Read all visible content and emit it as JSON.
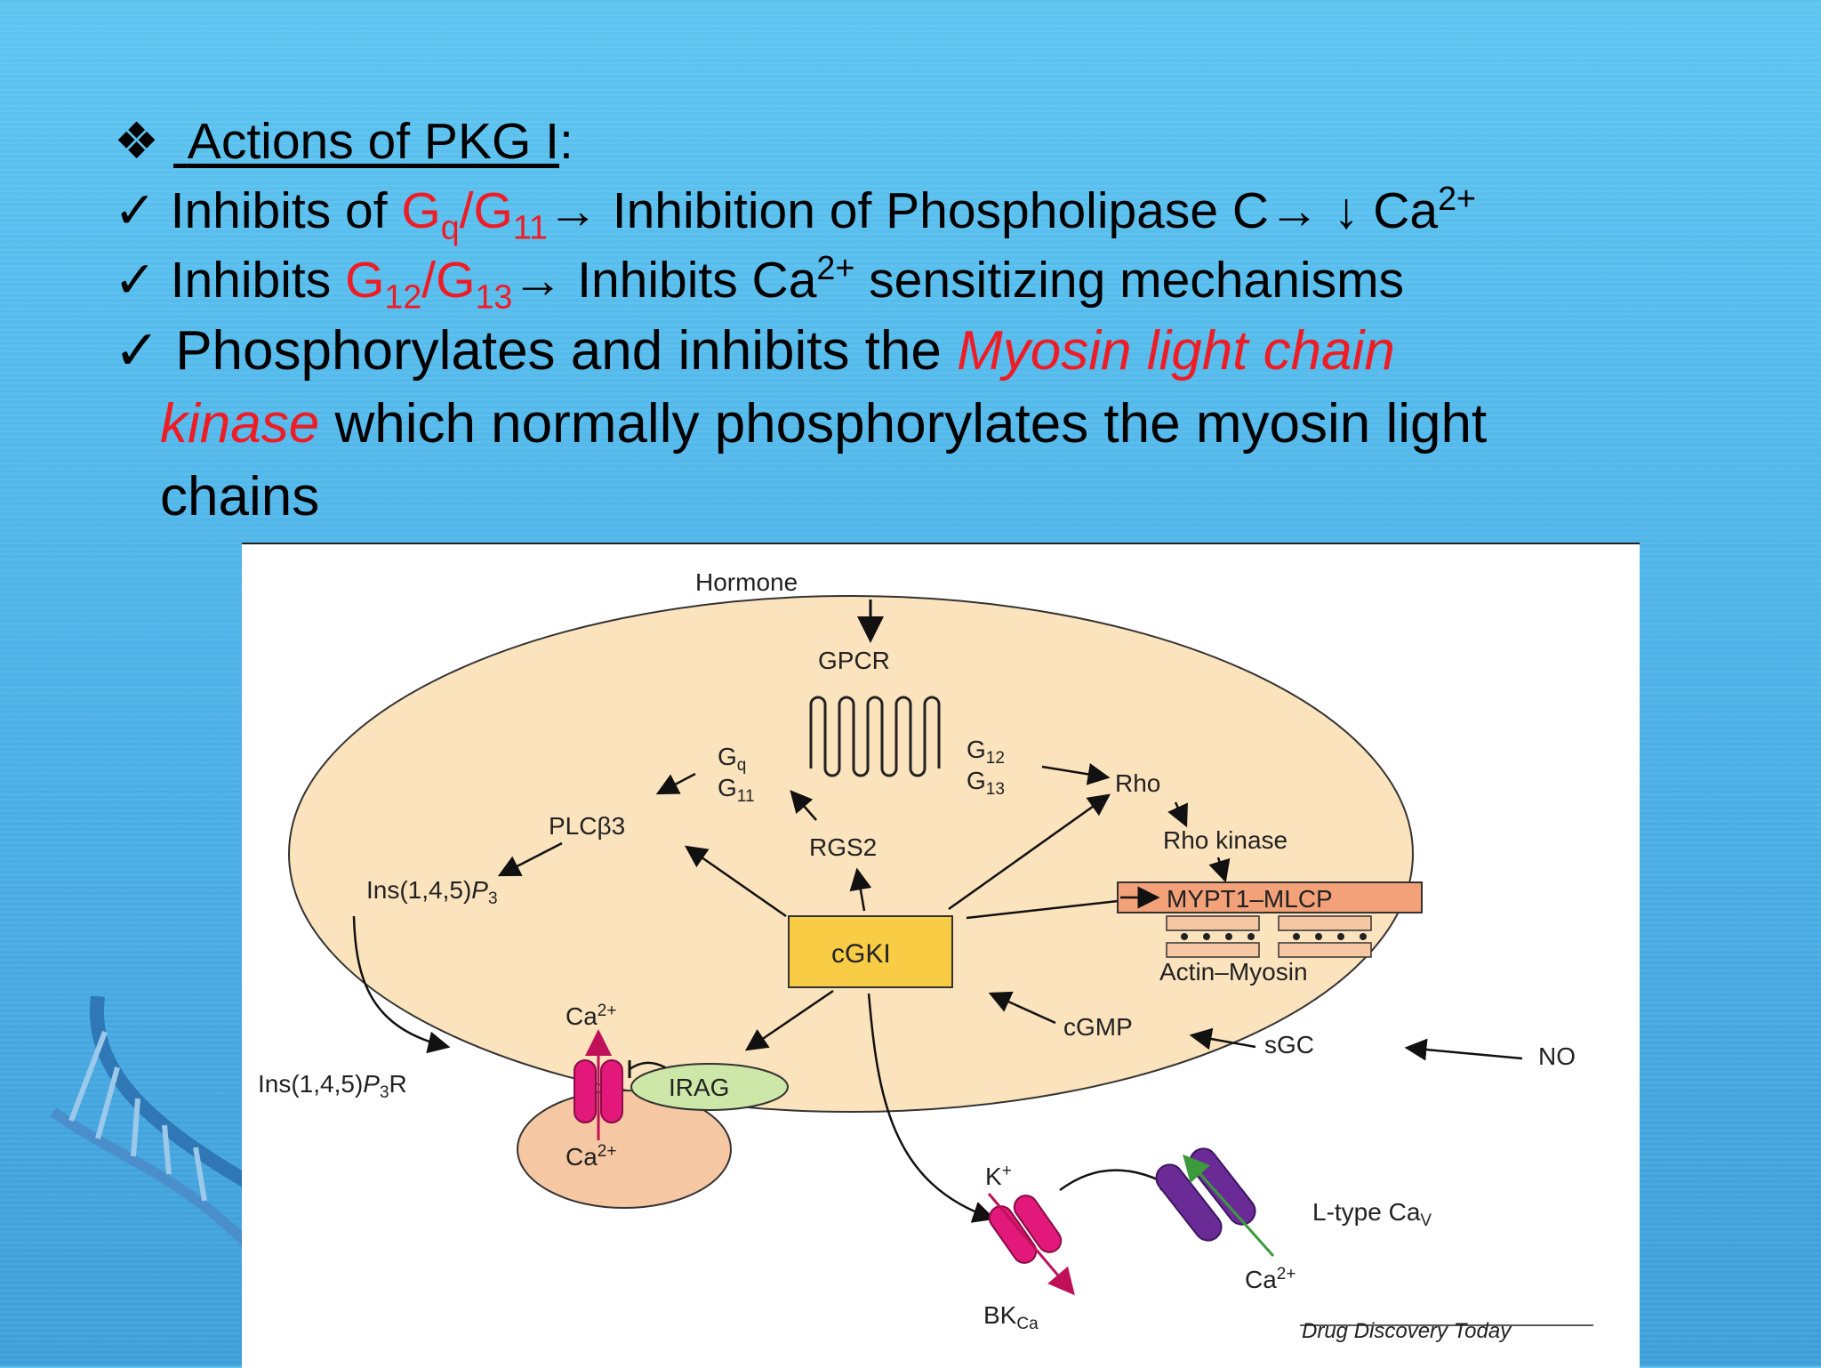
{
  "slide": {
    "heading_mark": "❖",
    "heading": "Actions of PKG I",
    "heading_colon": ":",
    "check": "✓",
    "line1": {
      "a": "Inhibits of ",
      "g1": "G",
      "g1sub": "q",
      "sep": "/G",
      "g2sub": "11",
      "b": "→ Inhibition of Phospholipase C→ ↓ Ca",
      "sup": "2+"
    },
    "line2": {
      "a": "Inhibits ",
      "g1": "G",
      "g1sub": "12",
      "sep": "/G",
      "g2sub": "13",
      "b": "→ Inhibits Ca",
      "sup": "2+",
      "c": " sensitizing mechanisms"
    },
    "line3": {
      "a": "Phosphorylates and inhibits the ",
      "red1": "Myosin light chain",
      "red2": "kinase",
      "b": " which normally phosphorylates the myosin light chains"
    }
  },
  "diagram": {
    "hormone": "Hormone",
    "gpcr": "GPCR",
    "gq": "G",
    "gq_sub": "q",
    "g11": "G",
    "g11_sub": "11",
    "g12": "G",
    "g12_sub": "12",
    "g13": "G",
    "g13_sub": "13",
    "rho": "Rho",
    "rho_kinase": "Rho kinase",
    "plc": "PLCβ3",
    "rgs2": "RGS2",
    "ip3": "Ins(1,4,5)",
    "ip3_p": "P",
    "ip3_sub": "3",
    "cgki": "cGKI",
    "mypt": "MYPT1–MLCP",
    "actin": "Actin–Myosin",
    "ca_top": "Ca",
    "ca_sup": "2+",
    "ip3r": "Ins(1,4,5)",
    "ip3r_p": "P",
    "ip3r_sub": "3",
    "ip3r_r": "R",
    "irag": "IRAG",
    "ca_bottom": "Ca",
    "cgmp": "cGMP",
    "sgc": "sGC",
    "no": "NO",
    "kplus": "K",
    "kplus_sup": "+",
    "bkca": "BK",
    "bkca_sub": "Ca",
    "ltype": "L-type Ca",
    "ltype_sub": "V",
    "ca_ltype": "Ca",
    "credit": "Drug Discovery Today",
    "colors": {
      "cell": "#fbe3bd",
      "cgki_box": "#f8cc45",
      "mypt_box": "#f2a179",
      "er": "#f6c7a3",
      "irag": "#cde7a8",
      "channel_pink": "#e2187a",
      "channel_purple": "#6a2b97"
    }
  }
}
